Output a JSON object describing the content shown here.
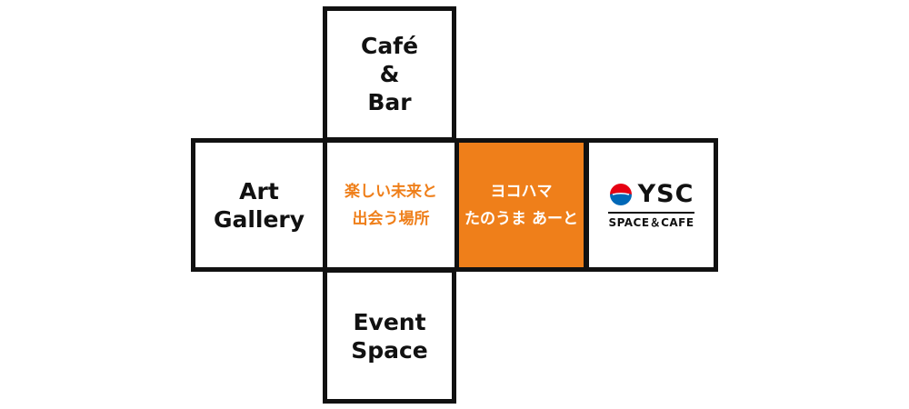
{
  "cells": {
    "top": {
      "lines": [
        "Café",
        "&",
        "Bar"
      ]
    },
    "left": {
      "lines": [
        "Art",
        "Gallery"
      ]
    },
    "center": {
      "lines": [
        "楽しい未来と",
        "出会う場所"
      ]
    },
    "orange": {
      "lines": [
        "ヨコハマ",
        "たのうま あーと"
      ]
    },
    "logo": {
      "name": "YSC",
      "tagline": "SPACE＆CAFE",
      "icon": "ysc-logo-mark-icon"
    },
    "bottom": {
      "lines": [
        "Event",
        "Space"
      ]
    }
  },
  "colors": {
    "accent": "#ef7f1a",
    "border": "#111111",
    "logo_red": "#e60012",
    "logo_blue": "#0068b7"
  }
}
